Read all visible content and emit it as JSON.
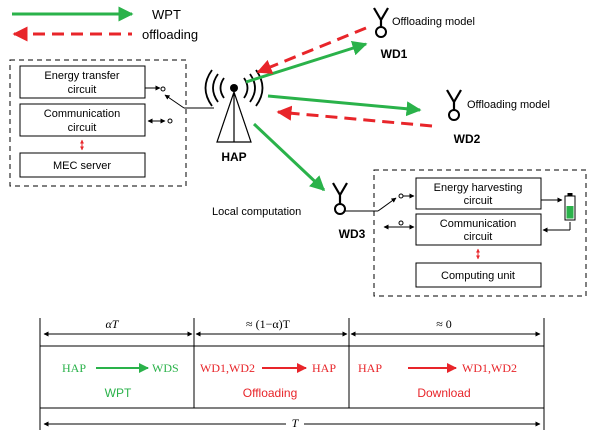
{
  "legend": {
    "wpt_label": "WPT",
    "offloading_label": "offloading"
  },
  "hap": {
    "label": "HAP",
    "blocks": {
      "energy_transfer": [
        "Energy transfer",
        "circuit"
      ],
      "communication": [
        "Communication",
        "circuit"
      ],
      "mec_server": "MEC server"
    }
  },
  "devices": {
    "wd1": {
      "label": "WD1",
      "mode": "Offloading model"
    },
    "wd2": {
      "label": "WD2",
      "mode": "Offloading model"
    },
    "wd3": {
      "label": "WD3",
      "mode": "Local computation",
      "blocks": {
        "energy_harvesting": [
          "Energy harvesting",
          "circuit"
        ],
        "communication": [
          "Communication",
          "circuit"
        ],
        "computing_unit": "Computing unit"
      }
    }
  },
  "timeline": {
    "segments": [
      {
        "duration": "αT",
        "from": "HAP",
        "to": "WDS",
        "phase": "WPT"
      },
      {
        "duration": "≈ (1−α)T",
        "from": "WD1,WD2",
        "to": "HAP",
        "phase": "Offloading"
      },
      {
        "duration": "≈ 0",
        "from": "HAP",
        "to": "WD1,WD2",
        "phase": "Download"
      }
    ],
    "total": "T"
  },
  "colors": {
    "wpt": "#2ab24a",
    "offloading": "#e8252a",
    "line": "#000000"
  }
}
